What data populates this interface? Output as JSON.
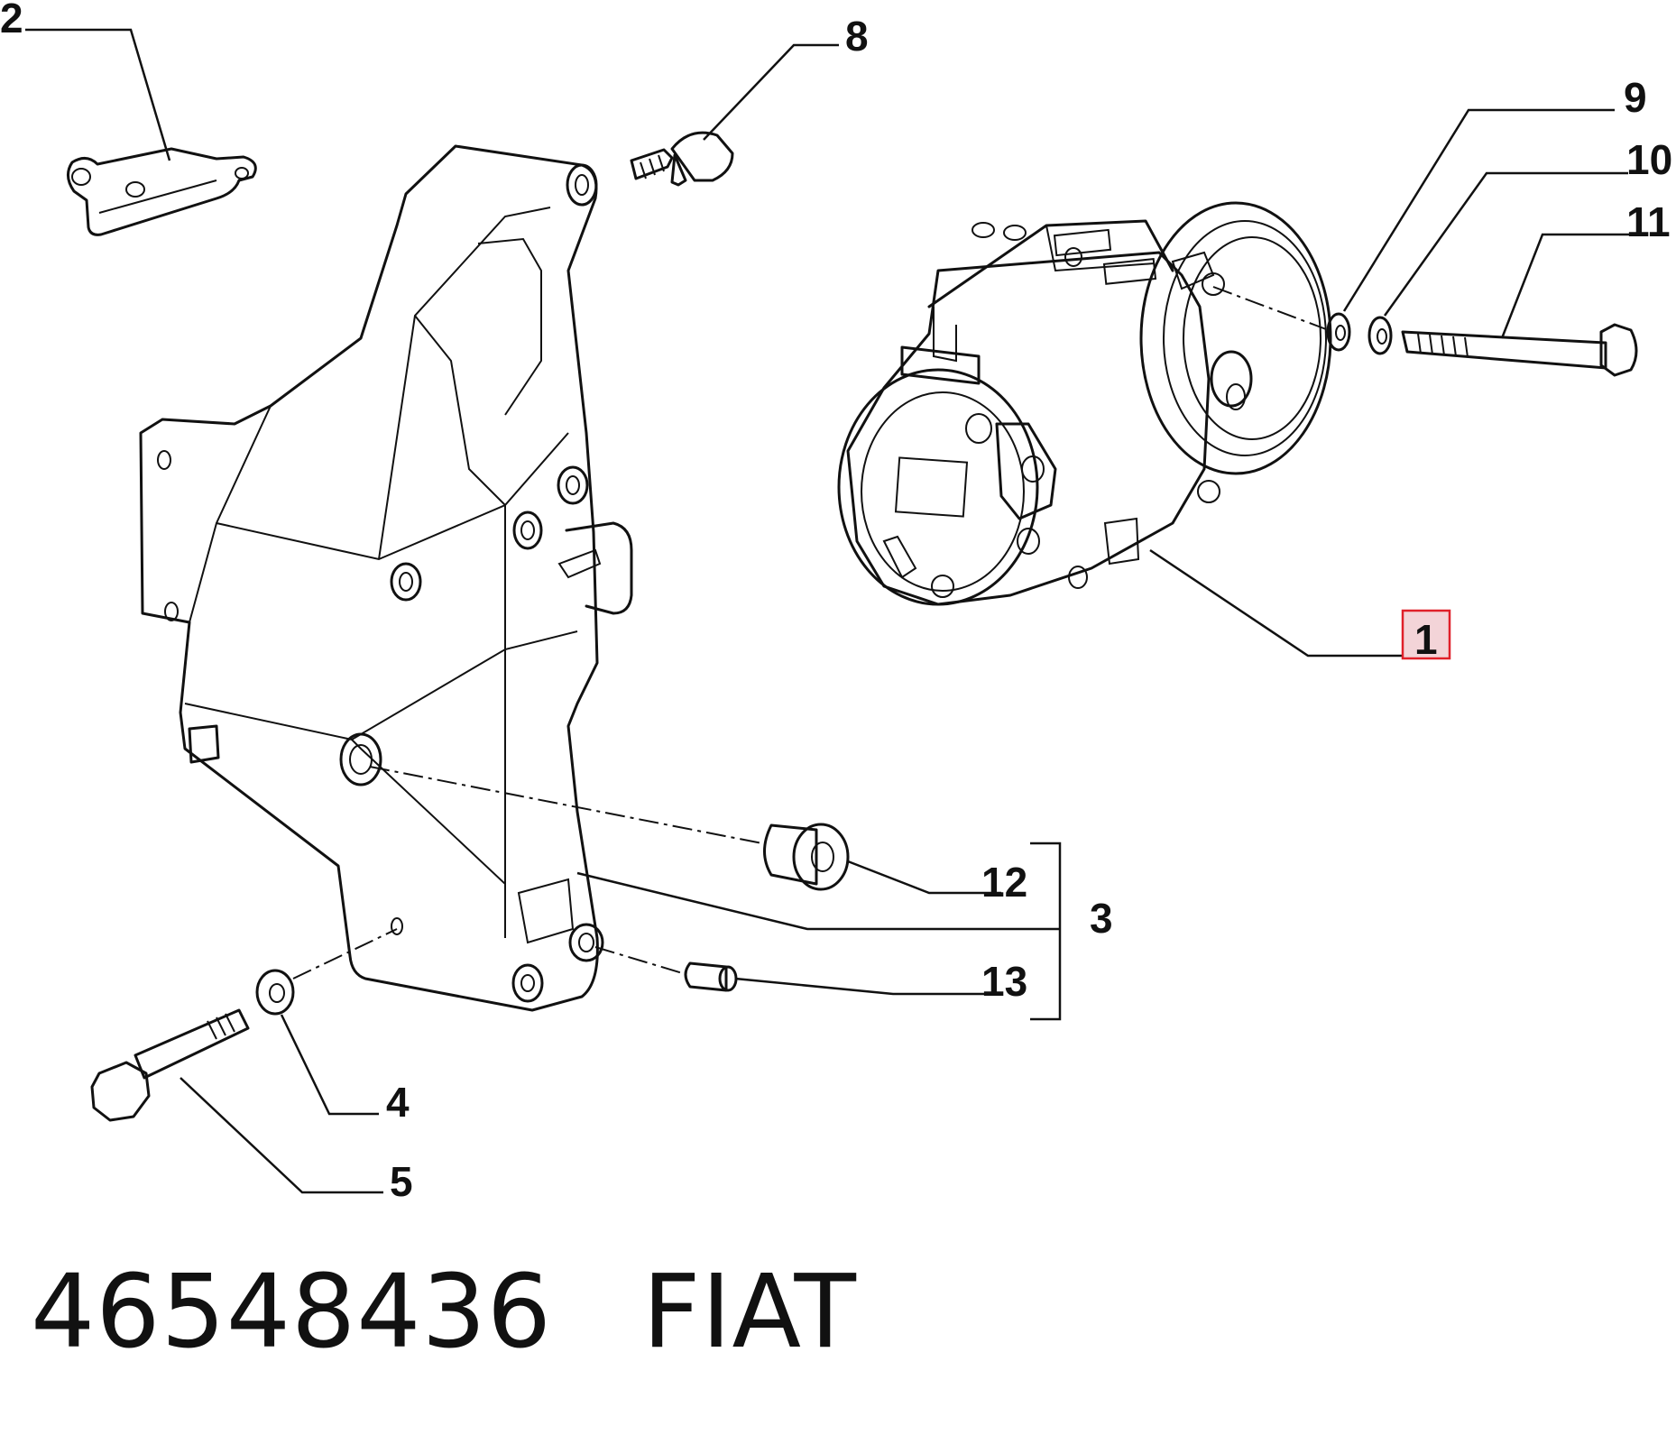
{
  "callouts": {
    "c1": "1",
    "c2": "2",
    "c3": "3",
    "c4": "4",
    "c5": "5",
    "c8": "8",
    "c9": "9",
    "c10": "10",
    "c11": "11",
    "c12": "12",
    "c13": "13"
  },
  "highlight_color": "#e0202a",
  "footer": {
    "part_number": "46548436",
    "brand": "FIAT"
  }
}
